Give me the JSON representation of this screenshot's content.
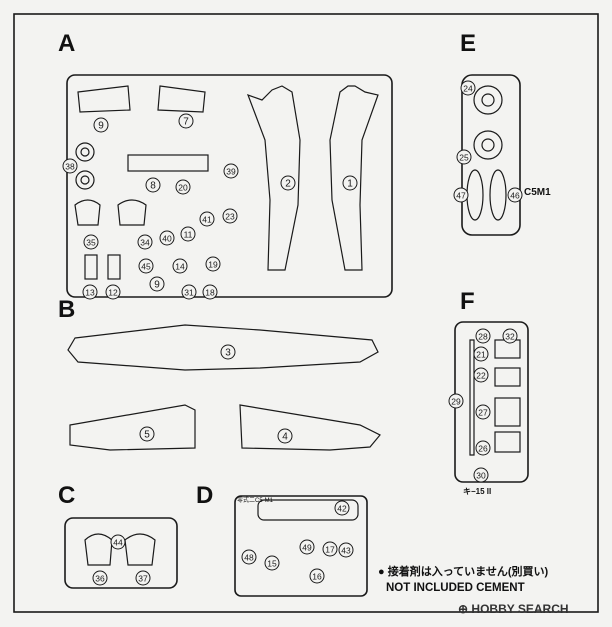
{
  "sections": {
    "a": {
      "label": "A",
      "parts": [
        "9",
        "7",
        "38",
        "8",
        "39",
        "20",
        "2",
        "1",
        "35",
        "34",
        "40",
        "11",
        "41",
        "23",
        "19",
        "45",
        "14",
        "13",
        "12",
        "9",
        "31",
        "18"
      ]
    },
    "b": {
      "label": "B",
      "parts": [
        "3",
        "5",
        "4"
      ]
    },
    "c": {
      "label": "C",
      "parts": [
        "44",
        "36",
        "37"
      ]
    },
    "d": {
      "label": "D",
      "parts": [
        "42",
        "48",
        "15",
        "49",
        "17",
        "43",
        "16"
      ],
      "tag": "零式二C5-M1"
    },
    "e": {
      "label": "E",
      "parts": [
        "24",
        "25",
        "47",
        "46"
      ],
      "tag": "C5M1"
    },
    "f": {
      "label": "F",
      "parts": [
        "28",
        "32",
        "21",
        "22",
        "29",
        "27",
        "26",
        "30"
      ],
      "tag": "キ−15 II"
    }
  },
  "notes": {
    "jp": "● 接着剤は入っていません(別買い)",
    "en": "NOT INCLUDED CEMENT"
  },
  "watermark": "HOBBY SEARCH",
  "colors": {
    "ink": "#1a1a1a",
    "paper": "#f3f3f1"
  }
}
